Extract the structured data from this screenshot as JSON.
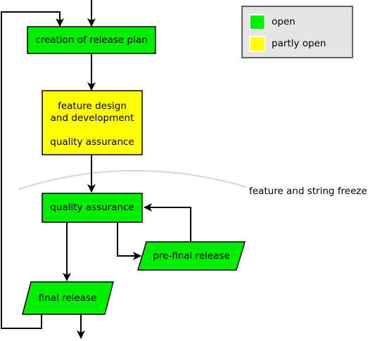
{
  "diagram": {
    "nodes": {
      "release_plan": {
        "label": "creation of release plan",
        "status": "open"
      },
      "feature_design": {
        "lines": [
          "feature design",
          "and development",
          "",
          "quality assurance"
        ],
        "status": "partly open"
      },
      "quality_assurance": {
        "label": "quality assurance",
        "status": "open"
      },
      "pre_final_release": {
        "label": "pre-final release",
        "status": "open"
      },
      "final_release": {
        "label": "final release",
        "status": "open"
      }
    },
    "freeze_label": "feature and string freeze"
  },
  "legend": {
    "items": [
      {
        "label": "open",
        "color": "#00ee00"
      },
      {
        "label": "partly open",
        "color": "#ffff00"
      }
    ]
  },
  "colors": {
    "open": "#00ee00",
    "partly_open": "#ffff00",
    "legend_background": "#e5e5e5",
    "freeze_curve": "#c8dcd8"
  }
}
